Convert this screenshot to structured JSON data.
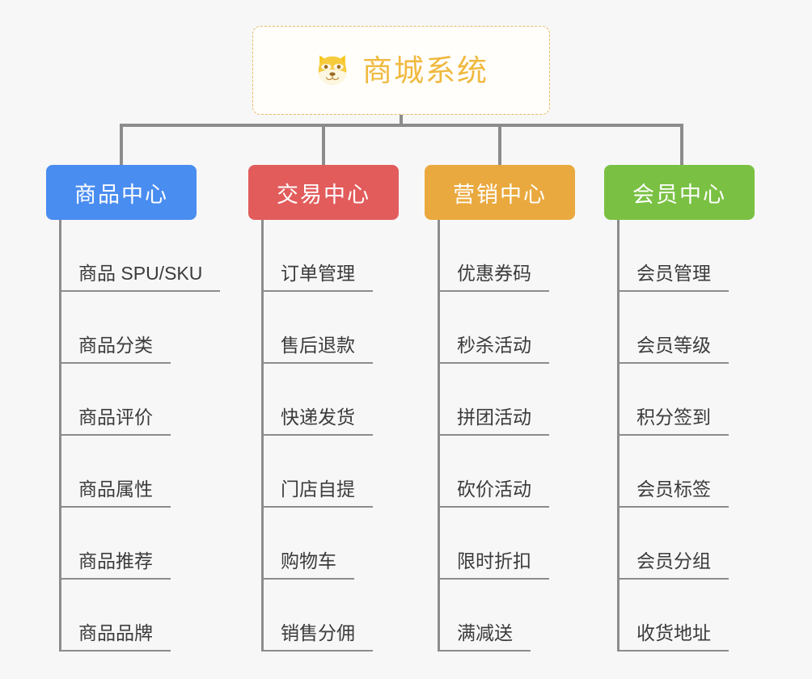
{
  "root": {
    "title": "商城系统",
    "icon": "shiba-dog-icon",
    "color": "#f0b93f",
    "border_color": "#e8b964"
  },
  "connector_color": "#8c8c8c",
  "background_color": "#f7f7f7",
  "branches": [
    {
      "label": "商品中心",
      "color": "#4a8df0",
      "items": [
        "商品 SPU/SKU",
        "商品分类",
        "商品评价",
        "商品属性",
        "商品推荐",
        "商品品牌"
      ]
    },
    {
      "label": "交易中心",
      "color": "#e25c5c",
      "items": [
        "订单管理",
        "售后退款",
        "快递发货",
        "门店自提",
        "购物车",
        "销售分佣"
      ]
    },
    {
      "label": "营销中心",
      "color": "#eaa93e",
      "items": [
        "优惠券码",
        "秒杀活动",
        "拼团活动",
        "砍价活动",
        "限时折扣",
        "满减送"
      ]
    },
    {
      "label": "会员中心",
      "color": "#7ac143",
      "items": [
        "会员管理",
        "会员等级",
        "积分签到",
        "会员标签",
        "会员分组",
        "收货地址"
      ]
    }
  ]
}
